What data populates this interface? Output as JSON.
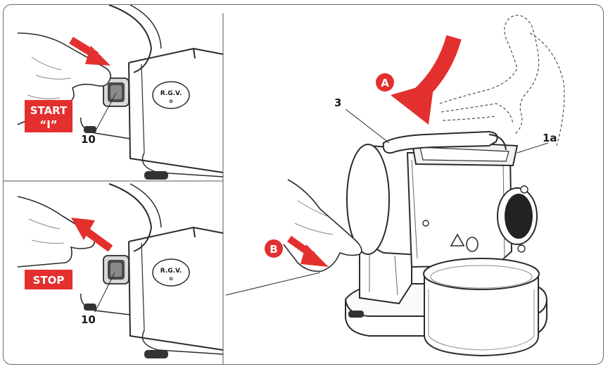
{
  "panels": {
    "top": {
      "badge_line1": "START",
      "badge_line2": "“I”",
      "callout": "10",
      "plate_text": "R.G.V."
    },
    "bottom": {
      "badge_line1": "STOP",
      "callout": "10",
      "plate_text": "R.G.V."
    }
  },
  "main": {
    "callout_3": "3",
    "callout_1a": "1a",
    "marker_a": "A",
    "marker_b": "B"
  },
  "colors": {
    "accent_red": "#e3302f",
    "line": "#2b2b2b"
  }
}
